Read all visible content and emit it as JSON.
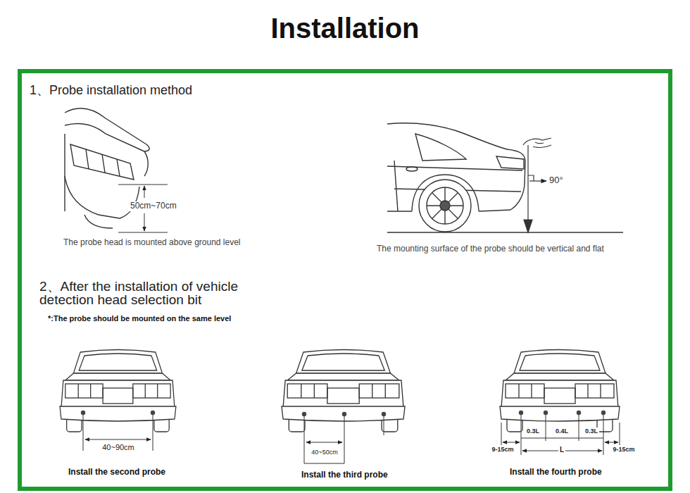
{
  "diagram": {
    "title": "Installation",
    "labels": [
      "1、Probe installation method",
      "50cm~70cm",
      "The probe head is mounted above ground level",
      "90°",
      "The mounting surface of the probe should be vertical and flat",
      "2、After the installation of vehicle detection head selection bit",
      "*:The probe should be mounted on the same level",
      "40~90cm",
      "Install the second probe",
      "40~50cm",
      "Install the third probe",
      "0.3L",
      "0.4L",
      "0.3L",
      "9-15cm",
      "L",
      "9-15cm",
      "Install the fourth probe"
    ]
  }
}
